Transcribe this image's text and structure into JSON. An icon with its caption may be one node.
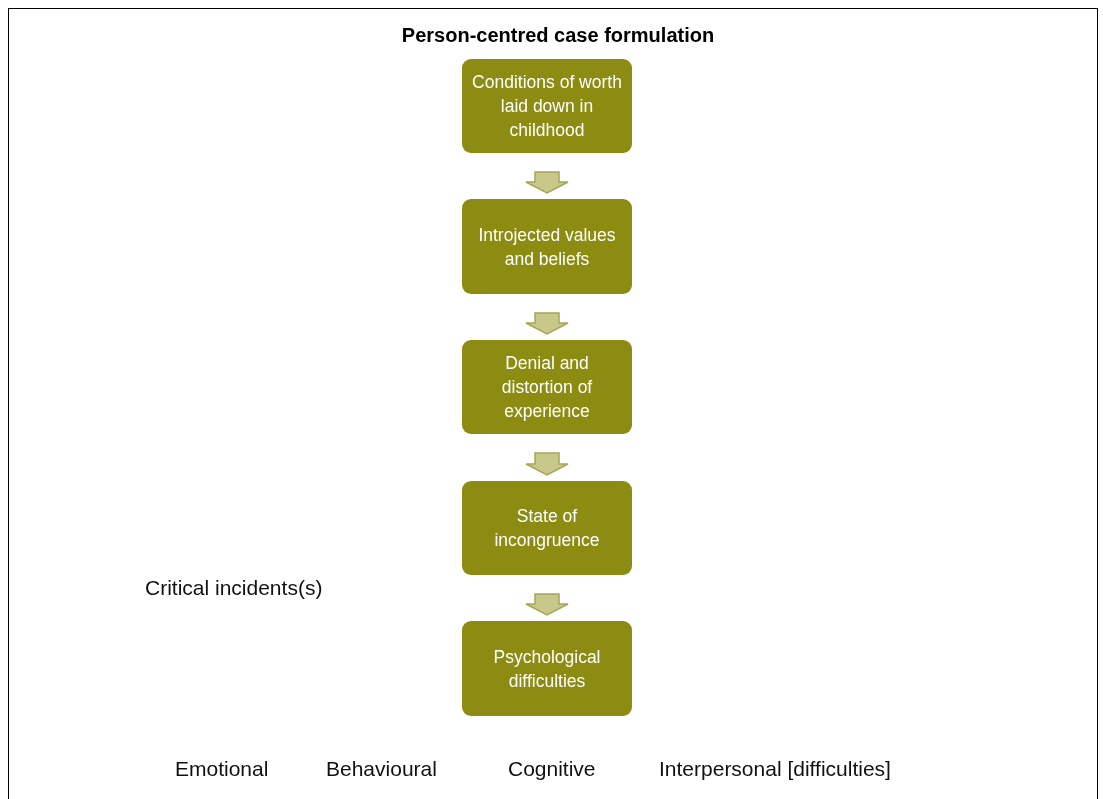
{
  "diagram": {
    "title": "Person-centred case formulation",
    "nodes": [
      {
        "text": [
          "Conditions of worth laid down in childhood"
        ]
      },
      {
        "text": [
          "Introjected values and beliefs"
        ]
      },
      {
        "text": [
          "Denial and distortion of experience"
        ]
      },
      {
        "text": [
          "State of incongruence"
        ]
      },
      {
        "text": [
          "Psychological difficulties"
        ]
      }
    ],
    "edges": [
      {
        "from": 0,
        "to": 1,
        "arrow": "to"
      },
      {
        "from": 1,
        "to": 2,
        "arrow": "to"
      },
      {
        "from": 2,
        "to": 3,
        "arrow": "to"
      },
      {
        "from": 3,
        "to": 4,
        "arrow": "to"
      }
    ],
    "labels": [
      "Critical incidents(s)",
      "Emotional",
      "Behavioural",
      "Cognitive",
      "Interpersonal [difficulties]"
    ]
  }
}
